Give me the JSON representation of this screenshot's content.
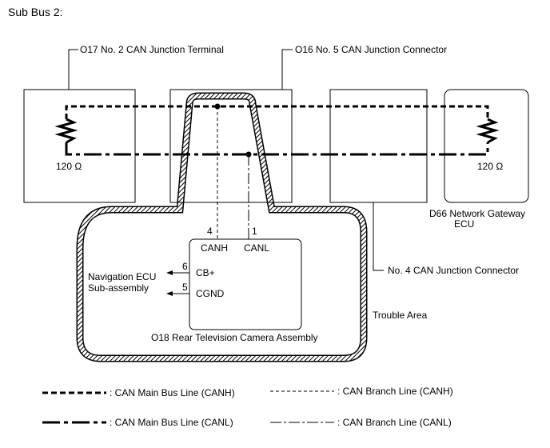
{
  "title": "Sub Bus 2:",
  "components": {
    "o17": "O17  No. 2 CAN Junction Terminal",
    "o16": "O16  No. 5 CAN Junction Connector",
    "d66_line1": "D66  Network Gateway",
    "d66_line2": "ECU",
    "no4": "No. 4 CAN Junction Connector",
    "o18": "O18  Rear Television Camera Assembly",
    "nav_line1": "Navigation ECU",
    "nav_line2": "Sub-assembly"
  },
  "resistors": {
    "left": "120 Ω",
    "right": "120 Ω"
  },
  "pins": {
    "canh_num": "4",
    "canl_num": "1",
    "canh_label": "CANH",
    "canl_label": "CANL",
    "cbplus_num": "6",
    "cgnd_num": "5",
    "cbplus_label": "CB+",
    "cgnd_label": "CGND"
  },
  "trouble_area": "Trouble Area",
  "legend": {
    "main_canh": ": CAN Main Bus Line (CANH)",
    "main_canl": ": CAN Main Bus Line (CANL)",
    "branch_canh": ": CAN Branch Line (CANH)",
    "branch_canl": ": CAN Branch Line (CANL)"
  }
}
